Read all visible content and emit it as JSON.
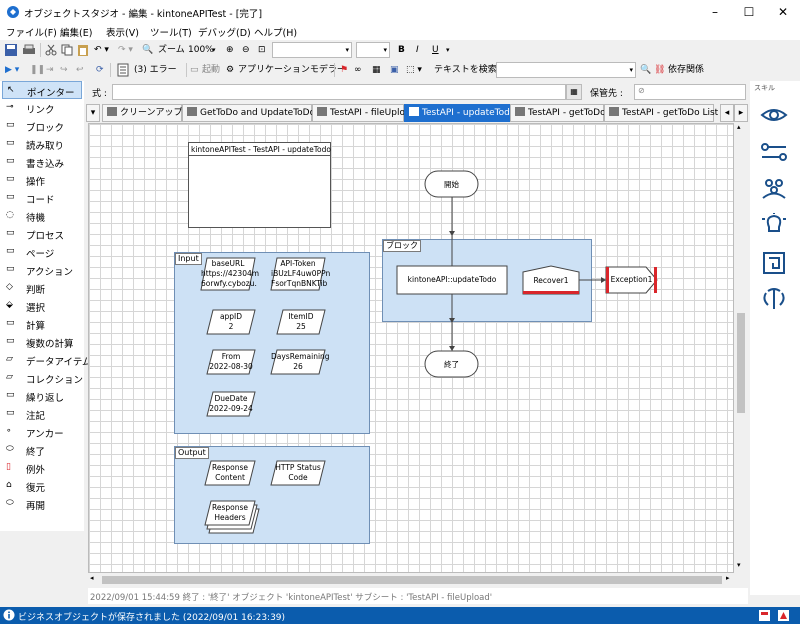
{
  "window": {
    "title": "オブジェクトスタジオ - 編集 - kintoneAPITest - [完了]",
    "controls": [
      "–",
      "☐",
      "✕"
    ]
  },
  "menu": [
    "ファイル(F)",
    "編集(E)",
    "表示(V)",
    "ツール(T)",
    "デバッグ(D)",
    "ヘルプ(H)"
  ],
  "toolbar1": {
    "zoom_label": "ズーム",
    "zoom_value": "100%",
    "bold": "B",
    "italic": "I",
    "underline": "U"
  },
  "toolbar2": {
    "errors": "(3) エラー",
    "launch": "起動",
    "app_modeler": "アプリケーションモデラー",
    "search_text": "テキストを検索",
    "dependency": "依存関係"
  },
  "exprbar": {
    "expr_label": "式 :",
    "store_label": "保管先 :"
  },
  "palette": {
    "items": [
      "ポインター",
      "リンク",
      "ブロック",
      "読み取り",
      "書き込み",
      "操作",
      "コード",
      "待機",
      "プロセス",
      "ページ",
      "アクション",
      "判断",
      "選択",
      "計算",
      "複数の計算",
      "データアイテム",
      "コレクション",
      "繰り返し",
      "注記",
      "アンカー",
      "終了",
      "例外",
      "復元",
      "再開"
    ]
  },
  "tabs": [
    {
      "label": "クリーンアップ"
    },
    {
      "label": "GetToDo and UpdateToDo"
    },
    {
      "label": "TestAPI - fileUpload"
    },
    {
      "label": "TestAPI - updateTodo"
    },
    {
      "label": "TestAPI - getToDo"
    },
    {
      "label": "TestAPI - getToDo List"
    }
  ],
  "skill_label": "スキル",
  "diagram": {
    "info_box_title": "kintoneAPITest - TestAPI - updateTodo",
    "input_label": "Input",
    "output_label": "Output",
    "block_label": "ブロック",
    "start": "開始",
    "end": "終了",
    "action": "kintoneAPI::updateTodo",
    "recover": "Recover1",
    "exception": "Exception1",
    "inputs": [
      {
        "name": "baseURL",
        "value": "https://42304m",
        "value2": "6orwfy.cybozu."
      },
      {
        "name": "API-Token",
        "value": "iBUzLF4uw0PPn",
        "value2": "FsorTqnBNKTib"
      },
      {
        "name": "appID",
        "value": "2"
      },
      {
        "name": "ItemID",
        "value": "25"
      },
      {
        "name": "From",
        "value": "2022-08-30"
      },
      {
        "name": "DaysRemaining",
        "value": "26"
      },
      {
        "name": "DueDate",
        "value": "2022-09-24"
      }
    ],
    "outputs": [
      {
        "name": "Response",
        "name2": "Content"
      },
      {
        "name": "HTTP Status",
        "name2": "Code"
      },
      {
        "name": "Response",
        "name2": "Headers"
      }
    ]
  },
  "log": "2022/09/01 15:44:59 終了 : '終了' オブジェクト 'kintoneAPITest' サブシート : 'TestAPI - fileUpload'",
  "status": "ビジネスオブジェクトが保存されました (2022/09/01 16:23:39)",
  "colors": {
    "accent": "#1e6fcf",
    "status_bar": "#0b5cad",
    "region": "#cde1f5",
    "exception": "#d9262b"
  }
}
